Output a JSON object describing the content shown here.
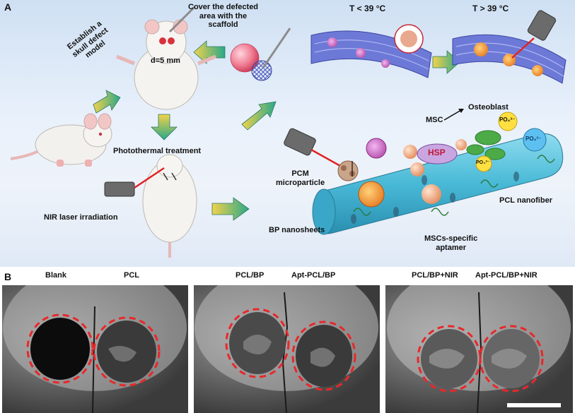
{
  "panel_a": {
    "letter": "A",
    "labels": {
      "cover": "Cover the defected area with the scaffold",
      "cover_l1": "Cover the defected",
      "cover_l2": "area with the",
      "cover_l3": "scaffold",
      "establish_l1": "Establish a",
      "establish_l2": "skull defect",
      "establish_l3": "model",
      "diameter": "d=5 mm",
      "photothermal": "Photothermal treatment",
      "nir": "NIR laser irradiation",
      "t_low": "T < 39 °C",
      "t_high": "T > 39 °C",
      "osteoblast": "Osteoblast",
      "msc": "MSC",
      "hsp": "HSP",
      "po4": "PO₄³⁻",
      "pcm_l1": "PCM",
      "pcm_l2": "microparticle",
      "bp": "BP nanosheets",
      "aptamer_l1": "MSCs-specific",
      "aptamer_l2": "aptamer",
      "pcl_nanofiber": "PCL nanofiber"
    }
  },
  "panel_b": {
    "letter": "B",
    "groups": [
      "Blank",
      "PCL",
      "PCL/BP",
      "Apt-PCL/BP",
      "PCL/BP+NIR",
      "Apt-PCL/BP+NIR"
    ]
  },
  "colors": {
    "arrow_start": "#f2d24a",
    "arrow_end": "#2aa889",
    "fiber": "#5ec6e0",
    "defect_ring": "#e8282a",
    "hsp": "#c9a6e0",
    "po4_fill": "#ffe040"
  }
}
